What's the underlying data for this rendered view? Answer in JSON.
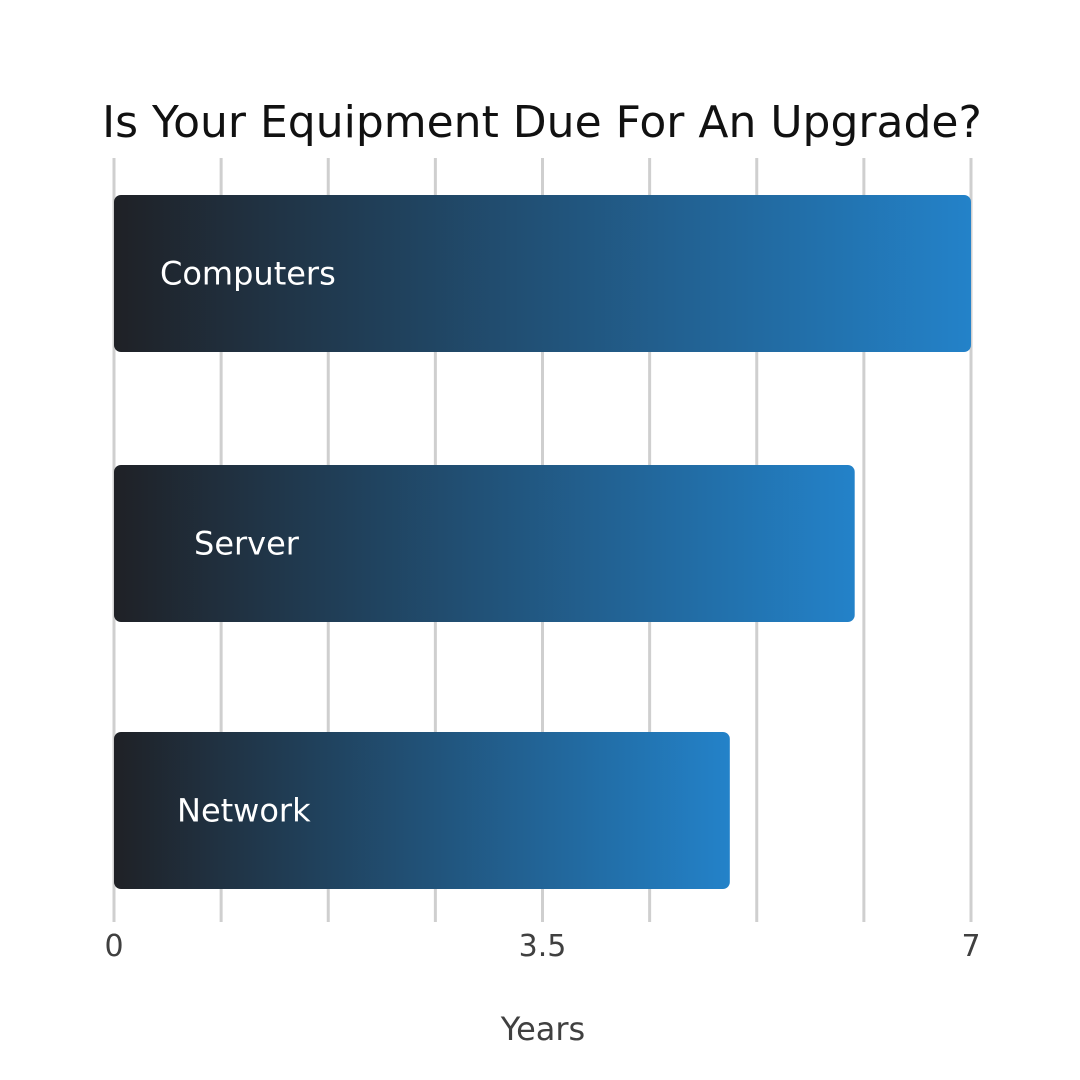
{
  "chart_data": {
    "type": "bar",
    "orientation": "horizontal",
    "title": "Is Your Equipment Due For An Upgrade?",
    "xlabel": "Years",
    "ylabel": "",
    "categories": [
      "Computers",
      "Server",
      "Network"
    ],
    "values": [
      7,
      6.05,
      5.03
    ],
    "xlim": [
      0,
      7
    ],
    "x_ticks": [
      "0",
      "3.5",
      "7"
    ],
    "grid_step": 0.875,
    "grid": true,
    "colors": {
      "gradient_start": "#1f2126",
      "gradient_end": "#2382c9",
      "grid": "#cfcfcf"
    }
  }
}
